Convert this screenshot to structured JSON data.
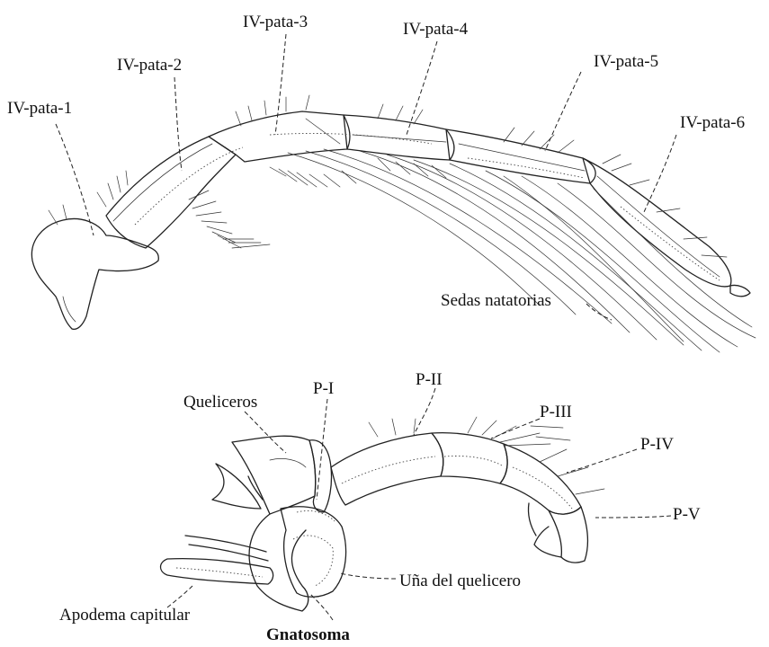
{
  "upper_figure": {
    "labels": {
      "seg1": "IV-pata-1",
      "seg2": "IV-pata-2",
      "seg3": "IV-pata-3",
      "seg4": "IV-pata-4",
      "seg5": "IV-pata-5",
      "seg6": "IV-pata-6",
      "setae": "Sedas natatorias"
    }
  },
  "lower_figure": {
    "labels": {
      "chelicerae": "Queliceros",
      "p1": "P-I",
      "p2": "P-II",
      "p3": "P-III",
      "p4": "P-IV",
      "p5": "P-V",
      "apodeme": "Apodema capitular",
      "claw": "Uña del quelicero",
      "gnathosoma": "Gnatosoma"
    }
  }
}
